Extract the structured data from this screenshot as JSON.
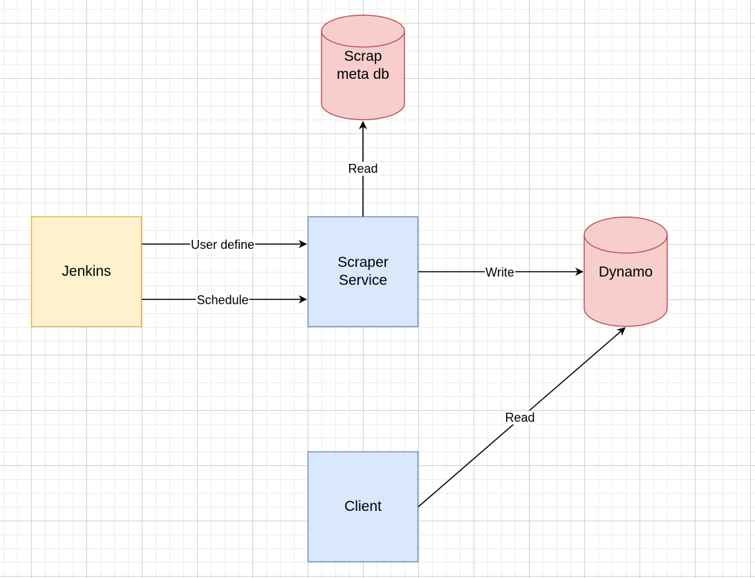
{
  "colors": {
    "process_fill": "#dae8fc",
    "process_stroke": "#6c8ebf",
    "trigger_fill": "#fff2cc",
    "trigger_stroke": "#d6b656",
    "database_fill": "#f8cecc",
    "database_stroke": "#b85450",
    "edge": "#000000"
  },
  "nodes": {
    "jenkins": {
      "label": "Jenkins",
      "shape": "rectangle"
    },
    "scraper_service": {
      "label": "Scraper\nService",
      "shape": "rectangle"
    },
    "client": {
      "label": "Client",
      "shape": "rectangle"
    },
    "scrap_meta_db": {
      "label": "Scrap\nmeta db",
      "shape": "cylinder"
    },
    "dynamo": {
      "label": "Dynamo",
      "shape": "cylinder"
    }
  },
  "edges": {
    "jenkins_user_define": {
      "label": "User define",
      "from": "Jenkins",
      "to": "Scraper Service"
    },
    "jenkins_schedule": {
      "label": "Schedule",
      "from": "Jenkins",
      "to": "Scraper Service"
    },
    "scraper_read_meta": {
      "label": "Read",
      "from": "Scraper Service",
      "to": "Scrap meta db"
    },
    "scraper_write_dynamo": {
      "label": "Write",
      "from": "Scraper Service",
      "to": "Dynamo"
    },
    "client_read_dynamo": {
      "label": "Read",
      "from": "Client",
      "to": "Dynamo"
    }
  }
}
